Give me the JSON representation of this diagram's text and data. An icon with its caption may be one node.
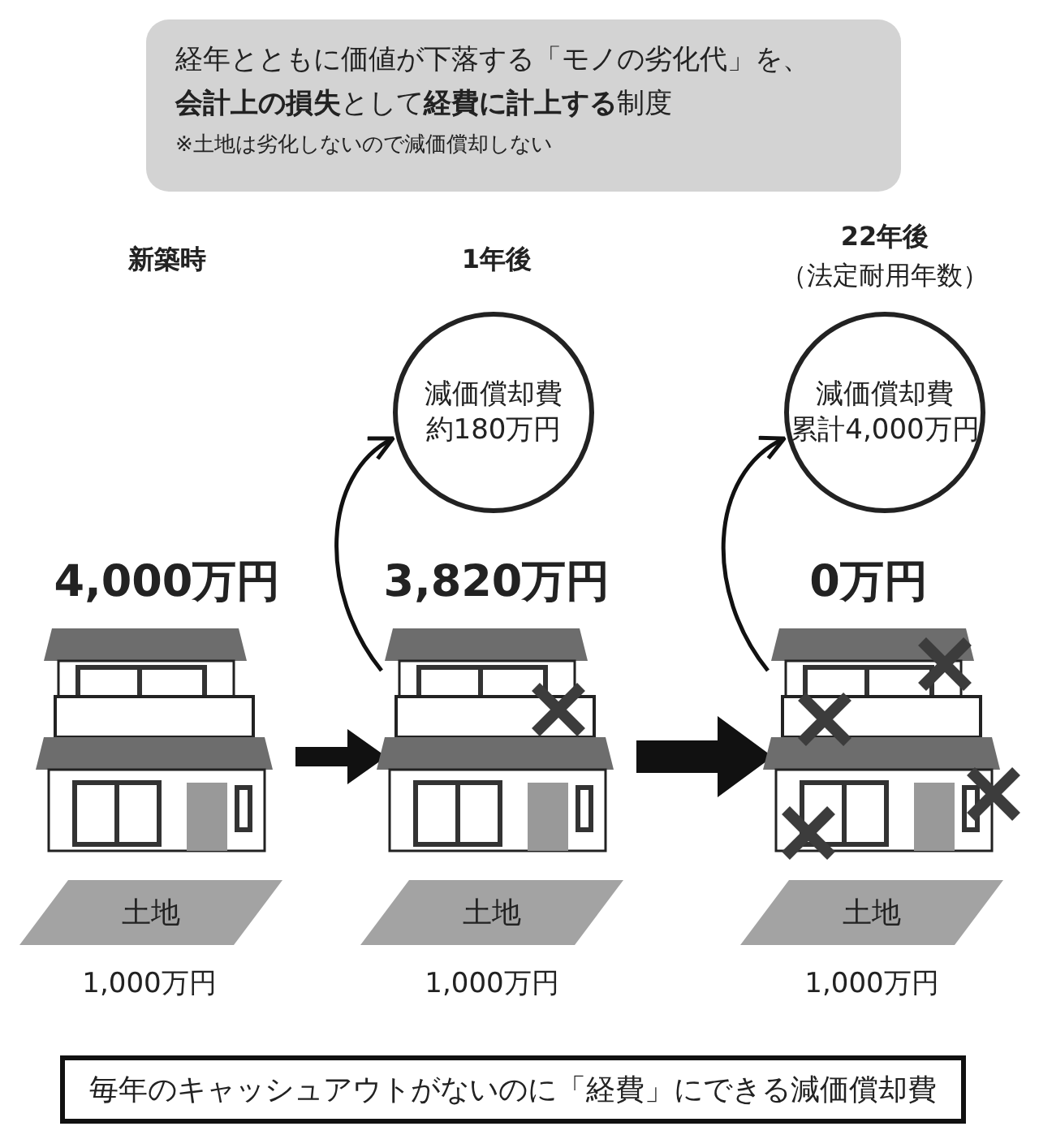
{
  "diagram": {
    "nodes": [
      {
        "text": [
          "経年とともに価値が下落する「モノの劣化代」を、**会計上の損失**として**経費に計上する**制度",
          "※土地は劣化しないので減価償却しない"
        ]
      },
      {
        "text": [],
        "shape": "picture",
        "beside": [
          "4,000万円"
        ]
      },
      {
        "text": [],
        "shape": "picture",
        "beside": [
          "3,820万円"
        ]
      },
      {
        "text": [],
        "shape": "picture",
        "beside": [
          "0万円"
        ]
      },
      {
        "text": [
          "減価償却費",
          "約180万円"
        ]
      },
      {
        "text": [
          "減価償却費",
          "累計4,000万円"
        ]
      },
      {
        "text": [
          "土地"
        ],
        "beside": [
          "1,000万円"
        ]
      },
      {
        "text": [
          "土地"
        ],
        "beside": [
          "1,000万円"
        ]
      },
      {
        "text": [
          "土地"
        ],
        "beside": [
          "1,000万円"
        ]
      },
      {
        "text": [
          "毎年のキャッシュアウトがないのに「経費」にできる減価償却費"
        ]
      }
    ],
    "edges": [
      {
        "from": 1,
        "to": 2,
        "arrow": "to",
        "style": "thick"
      },
      {
        "from": 2,
        "to": 3,
        "arrow": "to",
        "style": "thick"
      },
      {
        "from": 2,
        "to": 4,
        "arrow": "to"
      },
      {
        "from": 3,
        "to": 5,
        "arrow": "to"
      }
    ],
    "labels": [
      "新築時",
      "1年後",
      "22年後",
      "（法定耐用年数）"
    ]
  }
}
